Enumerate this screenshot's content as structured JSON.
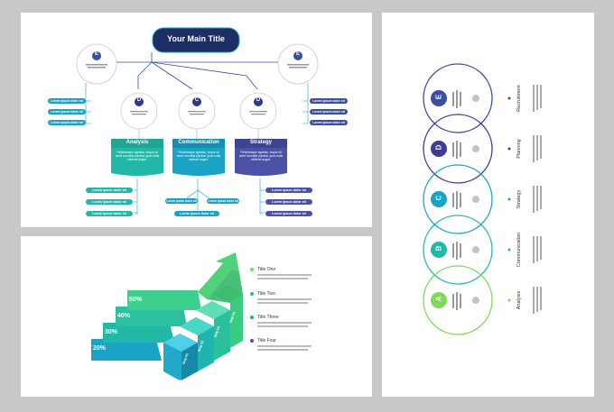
{
  "slide1": {
    "main_title": "Your Main Title",
    "top_nodes": [
      {
        "letter": "E"
      },
      {
        "letter": "E"
      }
    ],
    "mid_nodes": [
      {
        "letter": "D"
      },
      {
        "letter": "C"
      },
      {
        "letter": "D"
      }
    ],
    "side_pill_label": "Lorem ipsum dolor sit",
    "boxes": [
      {
        "title": "Analysis",
        "body": "Pellentesque egestas, neque sit amet convallis pulvinar, justo nulla eleifend augue.",
        "color": "#22b8a8"
      },
      {
        "title": "Communication",
        "body": "Pellentesque egestas, neque sit amet convallis pulvinar, justo nulla eleifend augue.",
        "color": "#1aa3c4"
      },
      {
        "title": "Strategy",
        "body": "Pellentesque egestas, neque sit amet convallis pulvinar, justo nulla eleifend augue.",
        "color": "#4b52a6"
      }
    ],
    "bottom_pill_label": "Lorem ipsum dolor sit"
  },
  "slide2": {
    "steps": [
      {
        "percent": "20%",
        "label": "Step 01"
      },
      {
        "percent": "30%",
        "label": "Step 02"
      },
      {
        "percent": "40%",
        "label": "Step 03"
      },
      {
        "percent": "50%",
        "label": "Step 04"
      }
    ],
    "legend": [
      {
        "title": "Title One",
        "color": "#7ed957"
      },
      {
        "title": "Title Two",
        "color": "#22b8a8"
      },
      {
        "title": "Title Three",
        "color": "#1aa3c4"
      },
      {
        "title": "Title Four",
        "color": "#4b52a6"
      }
    ]
  },
  "slide3": {
    "rings": [
      {
        "letter": "E",
        "label": "Recruitment",
        "color": "#3a4fa0"
      },
      {
        "letter": "D",
        "label": "Planning",
        "color": "#3f3d8f"
      },
      {
        "letter": "C",
        "label": "Strategy",
        "color": "#1aa3c4"
      },
      {
        "letter": "B",
        "label": "Communication",
        "color": "#22b8a8"
      },
      {
        "letter": "A",
        "label": "Analysis",
        "color": "#7ed957"
      }
    ]
  }
}
